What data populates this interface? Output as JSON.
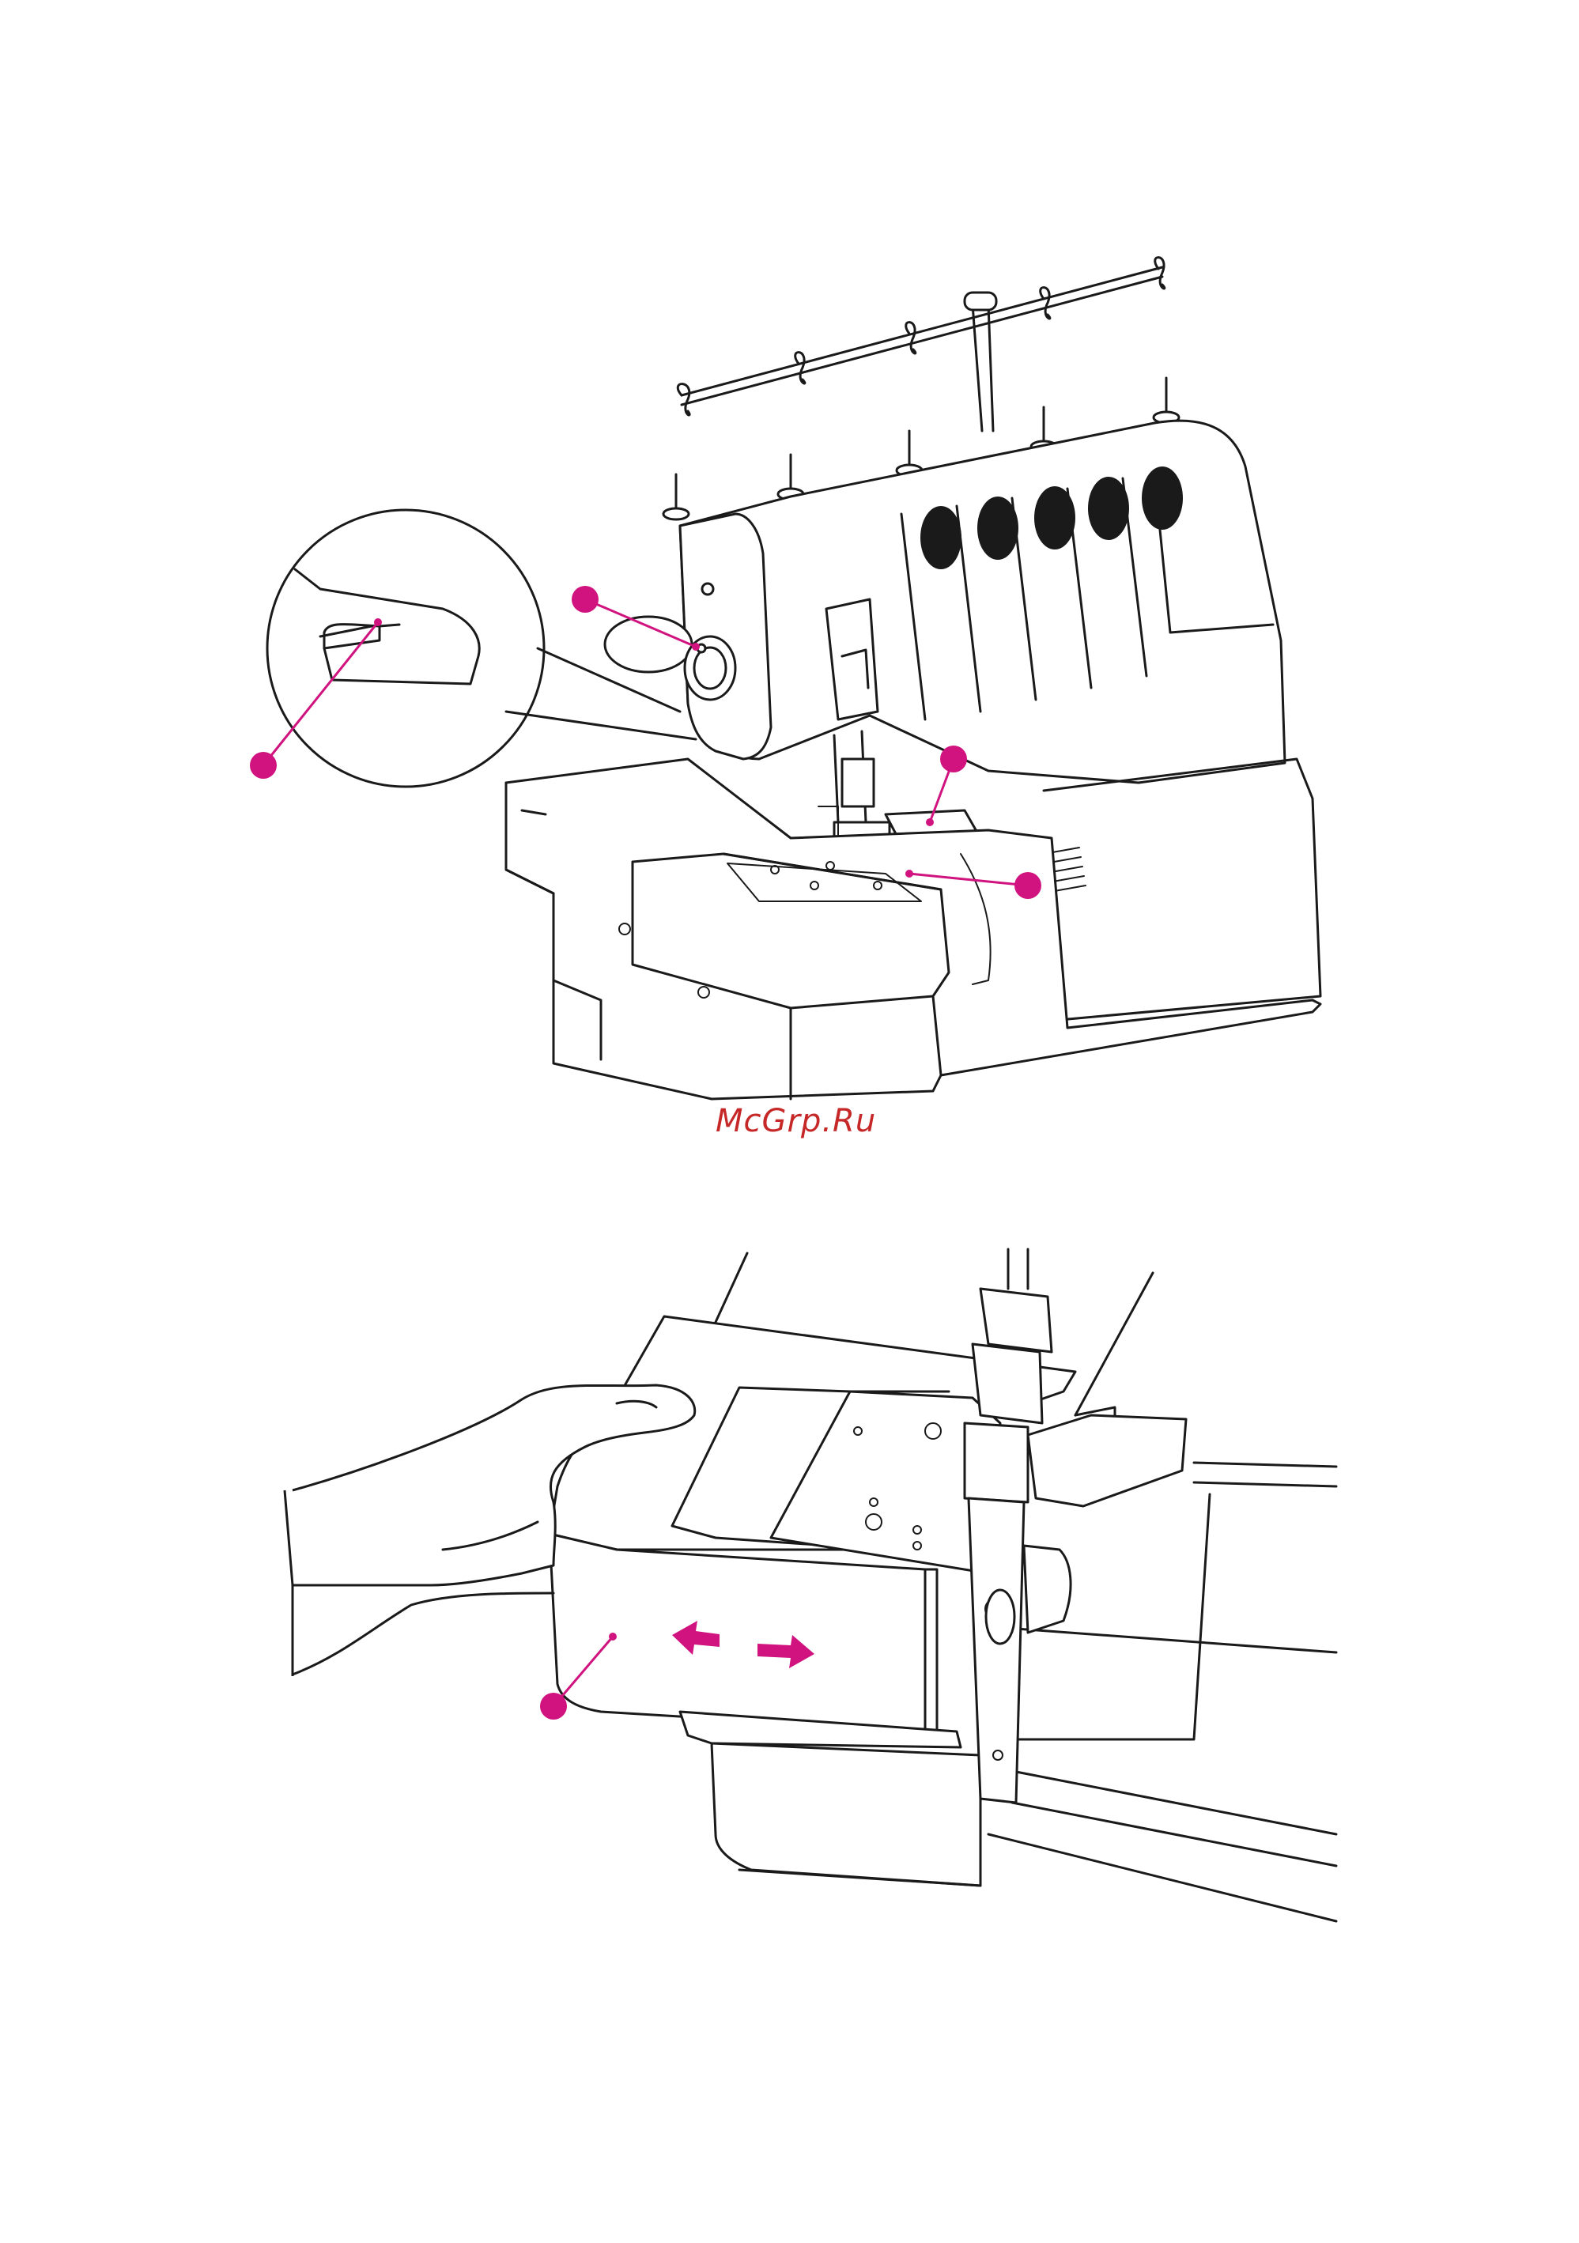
{
  "watermark": {
    "text": "McGrp.Ru"
  },
  "colors": {
    "accent": "#d0137f",
    "line": "#1a1a1a",
    "watermark": "#c62828",
    "background": "#ffffff"
  },
  "figure_top": {
    "subject": "overlock-machine-with-freearm-cover",
    "callouts": 4,
    "icons": [
      "spool-stand-icon",
      "handwheel-icon",
      "detail-magnifier-icon",
      "presser-foot-icon"
    ]
  },
  "figure_bottom": {
    "subject": "hand-sliding-freearm-cover",
    "callouts": 1,
    "icons": [
      "hand-icon",
      "arrow-left-icon",
      "arrow-right-icon"
    ]
  }
}
